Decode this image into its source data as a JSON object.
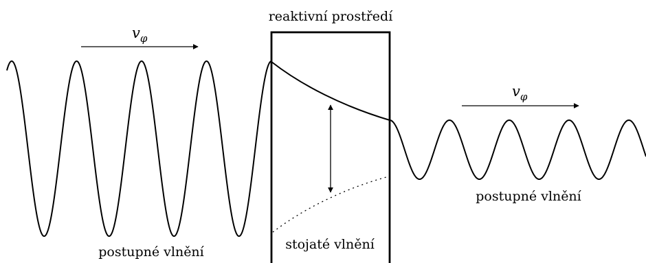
{
  "labels": {
    "medium": "reaktivní prostředí",
    "traveling_left": "postupné vlnění",
    "traveling_right": "postupné vlnění",
    "standing": "stojaté vlnění",
    "velocity_left": {
      "base": "v",
      "sub": "φ"
    },
    "velocity_right": {
      "base": "v",
      "sub": "φ"
    }
  }
}
